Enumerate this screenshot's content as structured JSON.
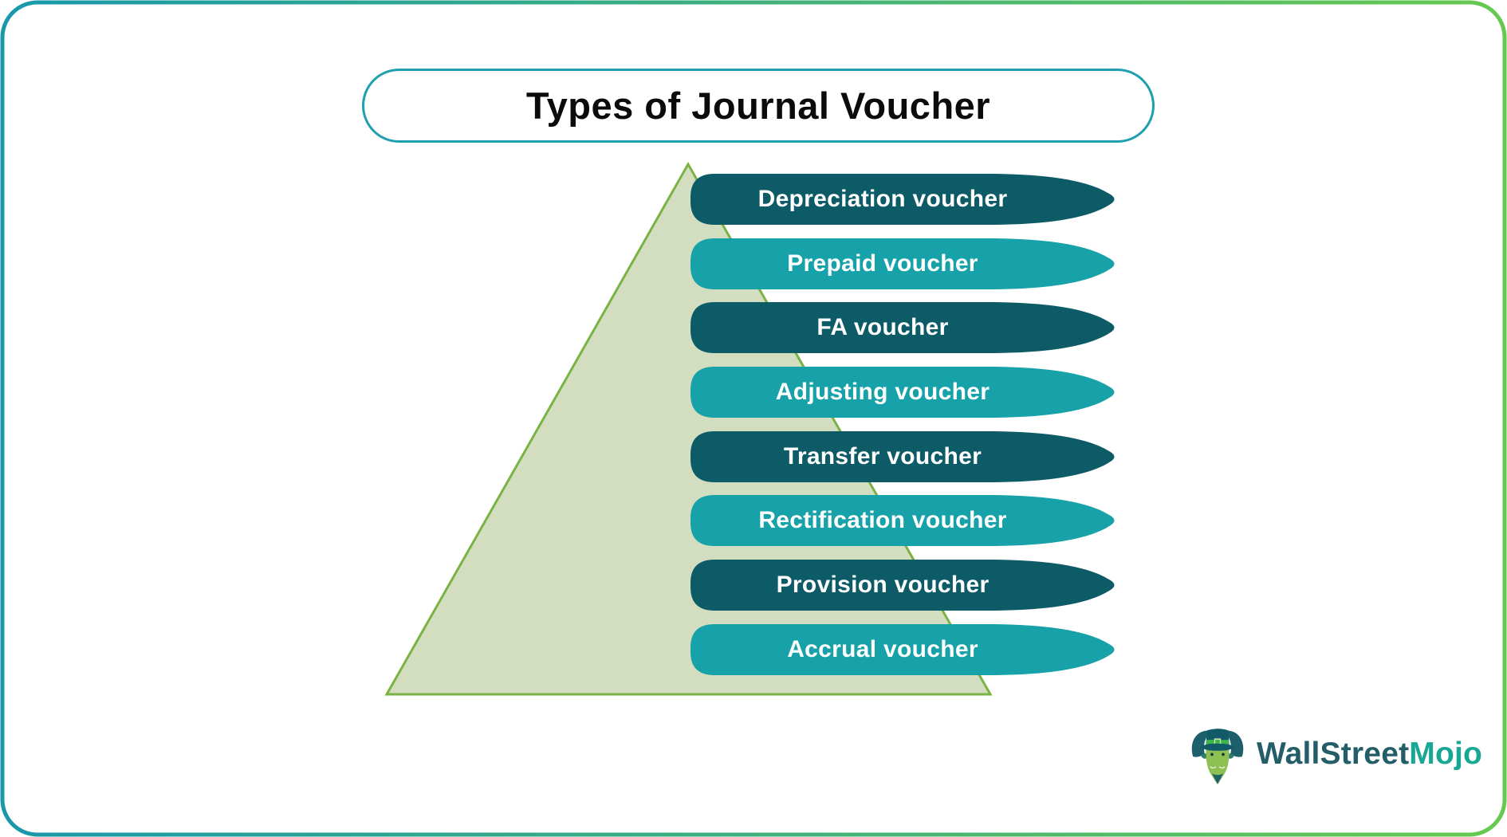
{
  "title": "Types of Journal Voucher",
  "diagram": {
    "items": [
      {
        "label": "Depreciation voucher",
        "color": "#0e5b68"
      },
      {
        "label": "Prepaid voucher",
        "color": "#16a2a8"
      },
      {
        "label": "FA voucher",
        "color": "#0e5b68"
      },
      {
        "label": "Adjusting voucher",
        "color": "#16a2a8"
      },
      {
        "label": "Transfer voucher",
        "color": "#0e5b68"
      },
      {
        "label": "Rectification voucher",
        "color": "#16a2a8"
      },
      {
        "label": "Provision voucher",
        "color": "#0e5b68"
      },
      {
        "label": "Accrual voucher",
        "color": "#16a2a8"
      }
    ],
    "pyramid": {
      "fill": "#d3dec1",
      "stroke": "#7ab344"
    }
  },
  "frame": {
    "gradient_start": "#1898aa",
    "gradient_end": "#66c94f",
    "title_border": "#1f9faf"
  },
  "branding": {
    "logo_text_primary": "WallStreet",
    "logo_text_secondary": "Mojo",
    "primary_color": "#235e68",
    "secondary_color": "#18a795"
  }
}
